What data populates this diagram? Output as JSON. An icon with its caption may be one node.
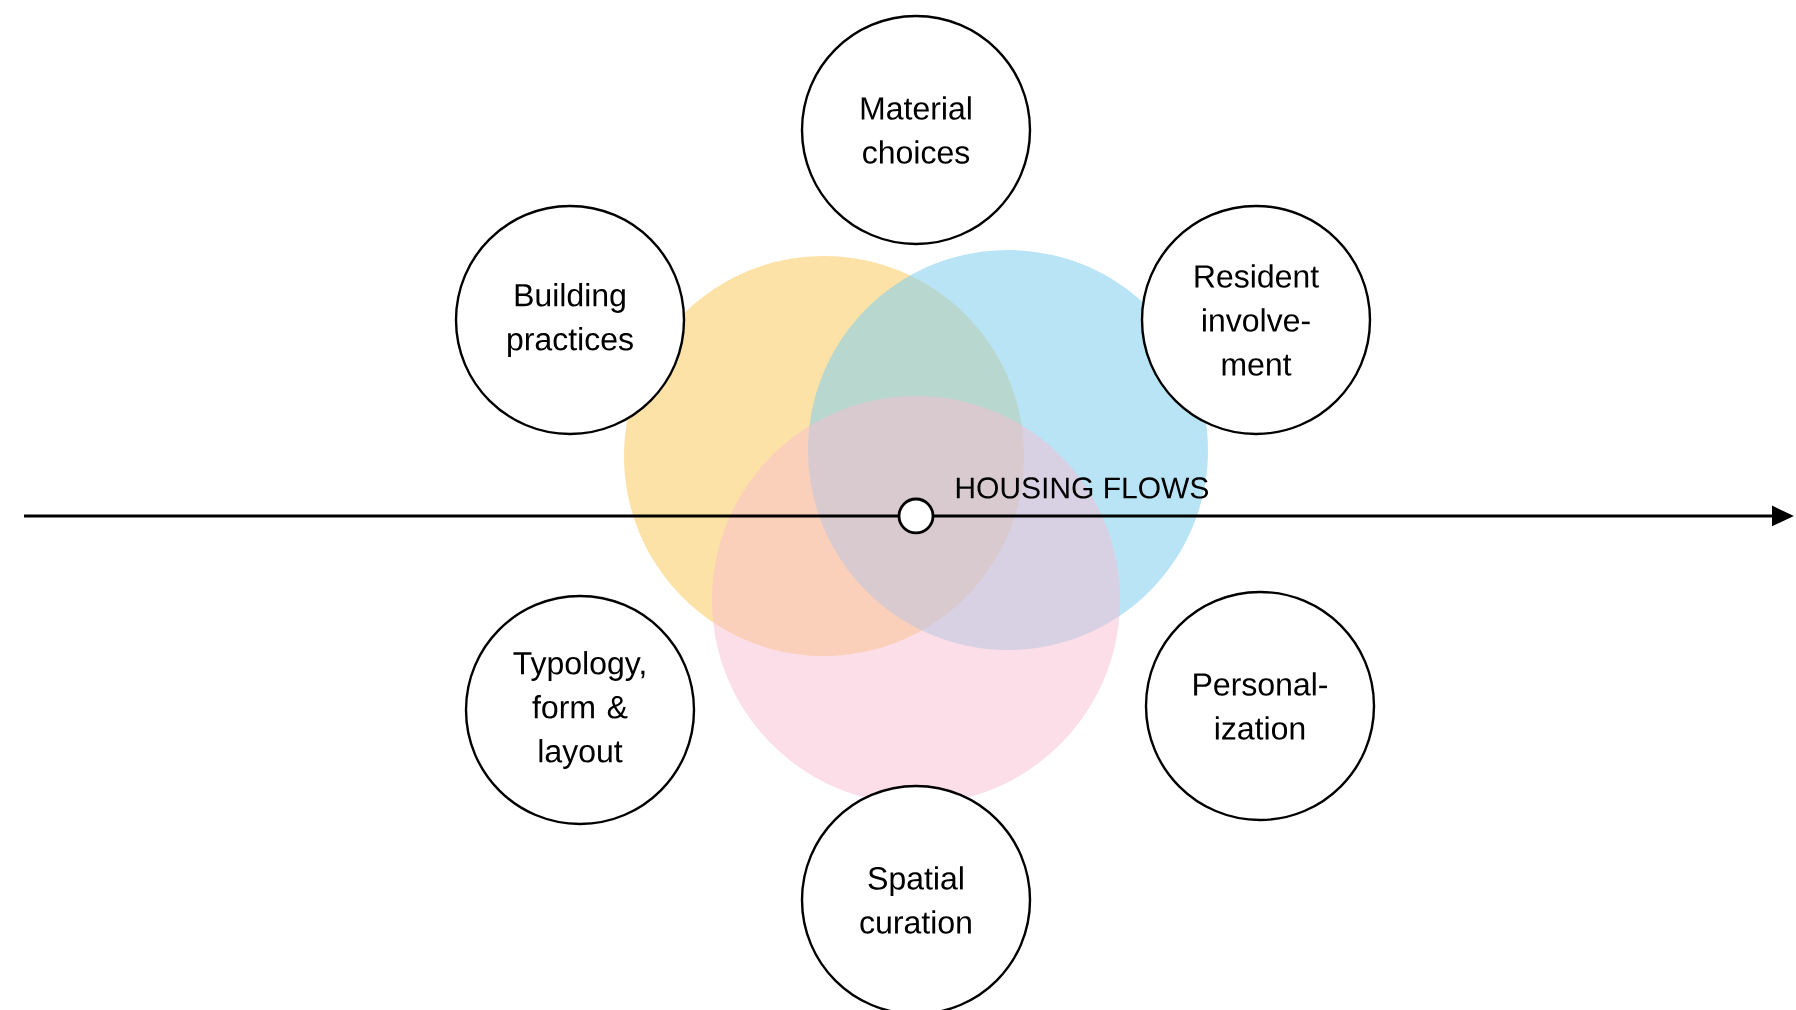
{
  "diagram": {
    "nodes": [
      {
        "text": [
          "Material choices"
        ]
      },
      {
        "text": [
          "Building practices"
        ]
      },
      {
        "text": [
          "Resident involve-ment"
        ]
      },
      {
        "text": [
          "Typology, form & layout"
        ]
      },
      {
        "text": [
          "Personal-ization"
        ]
      },
      {
        "text": [
          "Spatial curation"
        ]
      }
    ],
    "labels": [
      "HOUSING FLOWS"
    ]
  }
}
